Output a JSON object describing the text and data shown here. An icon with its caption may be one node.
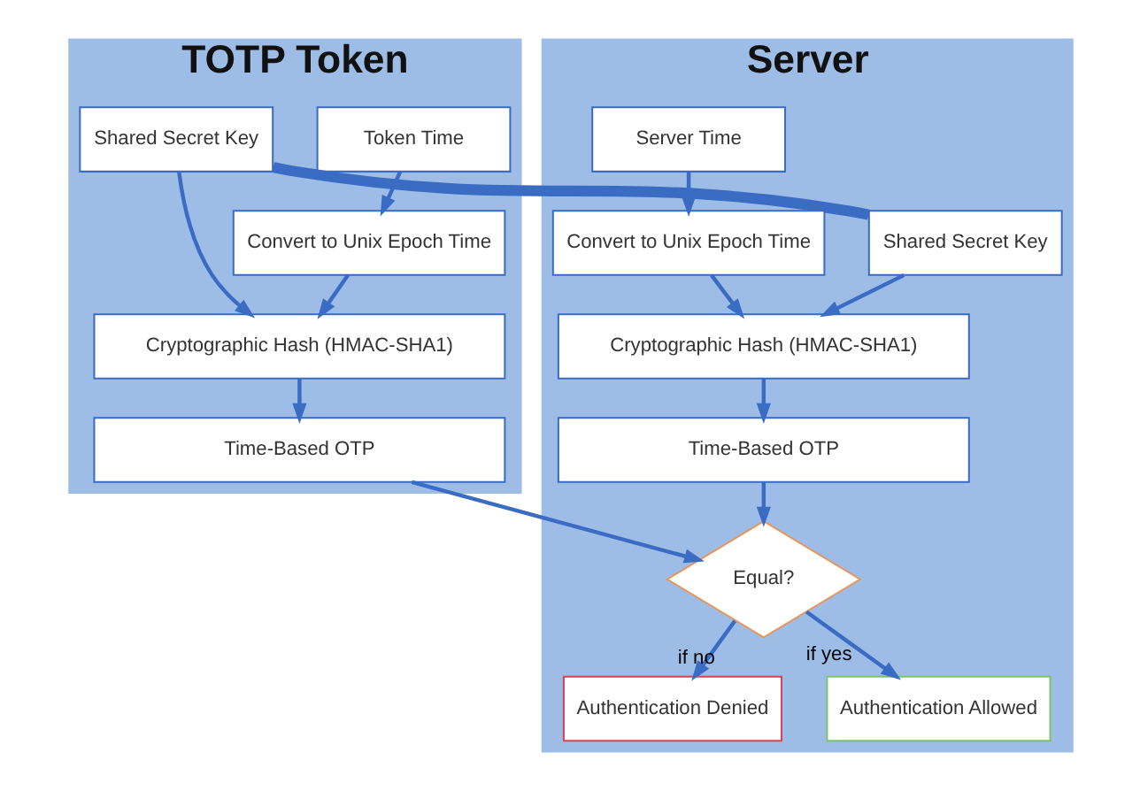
{
  "diagram": {
    "nodes": [
      {
        "text": [
          "TOTP Token"
        ]
      },
      {
        "text": [
          "Token Time"
        ],
        "in": 0
      },
      {
        "text": [
          "Shared Secret Key"
        ],
        "in": 0
      },
      {
        "text": [
          "Convert to Unix Epoch Time"
        ],
        "in": 0
      },
      {
        "text": [
          "Cryptographic Hash (HMAC-SHA1)"
        ],
        "in": 0
      },
      {
        "text": [
          "Time-Based OTP"
        ],
        "in": 0
      },
      {
        "text": [
          "Server"
        ]
      },
      {
        "text": [
          "Shared Secret Key"
        ],
        "in": 6
      },
      {
        "text": [
          "Server Time"
        ],
        "in": 6
      },
      {
        "text": [
          "Convert to Unix Epoch Time"
        ],
        "in": 6
      },
      {
        "text": [
          "Cryptographic Hash (HMAC-SHA1)"
        ],
        "in": 6
      },
      {
        "text": [
          "Time-Based OTP"
        ],
        "in": 6
      },
      {
        "text": [
          "Equal?"
        ],
        "in": 6
      },
      {
        "text": [
          "Authentication Denied"
        ],
        "in": 6
      },
      {
        "text": [
          "Authentication Allowed"
        ],
        "in": 6
      }
    ],
    "edges": [
      {
        "from": 2,
        "to": 7,
        "arrow": "none",
        "style": "thick"
      },
      {
        "from": 1,
        "to": 3,
        "arrow": "to"
      },
      {
        "from": 3,
        "to": 4,
        "arrow": "to"
      },
      {
        "from": 2,
        "to": 4,
        "arrow": "to"
      },
      {
        "from": 4,
        "to": 5,
        "arrow": "to"
      },
      {
        "from": 7,
        "to": 10,
        "arrow": "to"
      },
      {
        "from": 8,
        "to": 9,
        "arrow": "to"
      },
      {
        "from": 9,
        "to": 10,
        "arrow": "to"
      },
      {
        "from": 10,
        "to": 11,
        "arrow": "to"
      },
      {
        "from": 11,
        "to": 12,
        "arrow": "to"
      },
      {
        "from": 5,
        "to": 12,
        "arrow": "to"
      },
      {
        "from": 12,
        "to": 13,
        "label": "if no",
        "arrow": "to"
      },
      {
        "from": 12,
        "to": 14,
        "label": "if yes",
        "arrow": "to"
      }
    ]
  }
}
